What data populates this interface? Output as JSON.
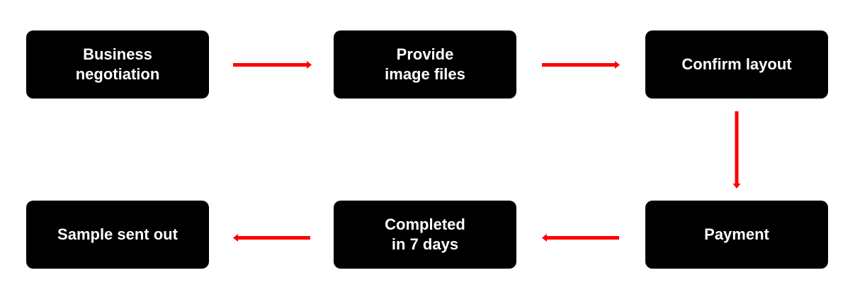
{
  "steps": [
    {
      "label": "Business\nnegotiation"
    },
    {
      "label": "Provide\nimage files"
    },
    {
      "label": "Confirm layout"
    },
    {
      "label": "Payment"
    },
    {
      "label": "Completed\nin 7 days"
    },
    {
      "label": "Sample sent out"
    }
  ],
  "colors": {
    "box": "#000000",
    "arrow": "#ff0000",
    "text": "#ffffff"
  }
}
